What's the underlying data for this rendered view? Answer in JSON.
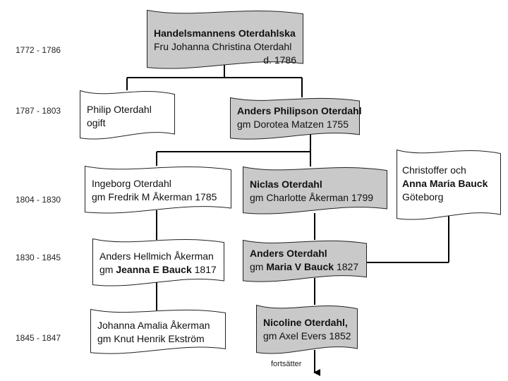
{
  "periods": [
    "1772 - 1786",
    "1787 - 1803",
    "1804 - 1830",
    "1830 - 1845",
    "1845 - 1847"
  ],
  "colors": {
    "highlight": "#c9c9c9",
    "plain": "#ffffff",
    "border": "#222222"
  },
  "people": {
    "handelsmannens": {
      "title": "Handelsmannens Oterdahlska",
      "line2": "Fru Johanna Christina Oterdahl",
      "line3": "d. 1786"
    },
    "philip": {
      "name": "Philip Oterdahl",
      "note": "ogift"
    },
    "anders_philipson": {
      "name": "Anders Philipson Oterdahl",
      "spouse": "gm Dorotea Matzen 1755"
    },
    "ingeborg": {
      "name": "Ingeborg Oterdahl",
      "spouse": "gm Fredrik M Åkerman 1785"
    },
    "niclas": {
      "name": "Niclas Oterdahl",
      "spouse": "gm Charlotte Åkerman 1799"
    },
    "christoffer": {
      "line1": "Christoffer och",
      "line2": "Anna Maria Bauck",
      "line3": "Göteborg"
    },
    "anders_hellmich": {
      "name": "Anders Hellmich Åkerman",
      "spouse_prefix": "gm",
      "spouse_name": "Jeanna E Bauck",
      "spouse_year": "1817"
    },
    "anders_oterdahl": {
      "name": "Anders Oterdahl",
      "spouse_prefix": "gm",
      "spouse_name": "Maria V Bauck",
      "spouse_year": "1827"
    },
    "johanna_amalia": {
      "name": "Johanna Amalia Åkerman",
      "spouse": "gm Knut Henrik Ekström"
    },
    "nicoline": {
      "name": "Nicoline Oterdahl,",
      "spouse": "gm Axel Evers 1852"
    }
  },
  "continues_label": "fortsätter"
}
